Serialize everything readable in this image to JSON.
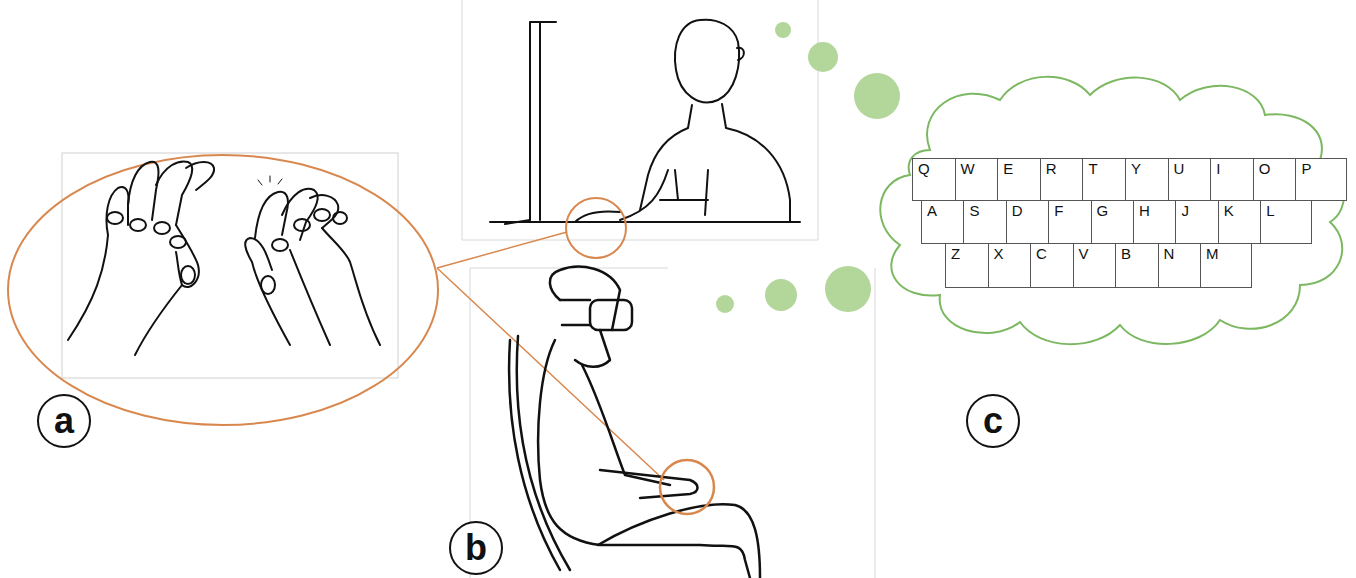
{
  "diagram": {
    "nodes": [
      {
        "text": [
          "Q"
        ]
      },
      {
        "text": [
          "W"
        ]
      },
      {
        "text": [
          "E"
        ]
      },
      {
        "text": [
          "R"
        ]
      },
      {
        "text": [
          "T"
        ]
      },
      {
        "text": [
          "Y"
        ]
      },
      {
        "text": [
          "U"
        ]
      },
      {
        "text": [
          "I"
        ]
      },
      {
        "text": [
          "O"
        ]
      },
      {
        "text": [
          "P"
        ]
      },
      {
        "text": [
          "A"
        ]
      },
      {
        "text": [
          "S"
        ]
      },
      {
        "text": [
          "D"
        ]
      },
      {
        "text": [
          "F"
        ]
      },
      {
        "text": [
          "G"
        ]
      },
      {
        "text": [
          "H"
        ]
      },
      {
        "text": [
          "J"
        ]
      },
      {
        "text": [
          "K"
        ]
      },
      {
        "text": [
          "L"
        ]
      },
      {
        "text": [
          "Z"
        ]
      },
      {
        "text": [
          "X"
        ]
      },
      {
        "text": [
          "C"
        ]
      },
      {
        "text": [
          "V"
        ]
      },
      {
        "text": [
          "B"
        ]
      },
      {
        "text": [
          "N"
        ]
      },
      {
        "text": [
          "M"
        ]
      },
      {
        "text": [
          "a"
        ]
      },
      {
        "text": [
          "c"
        ]
      },
      {
        "text": [
          "b"
        ]
      }
    ]
  }
}
